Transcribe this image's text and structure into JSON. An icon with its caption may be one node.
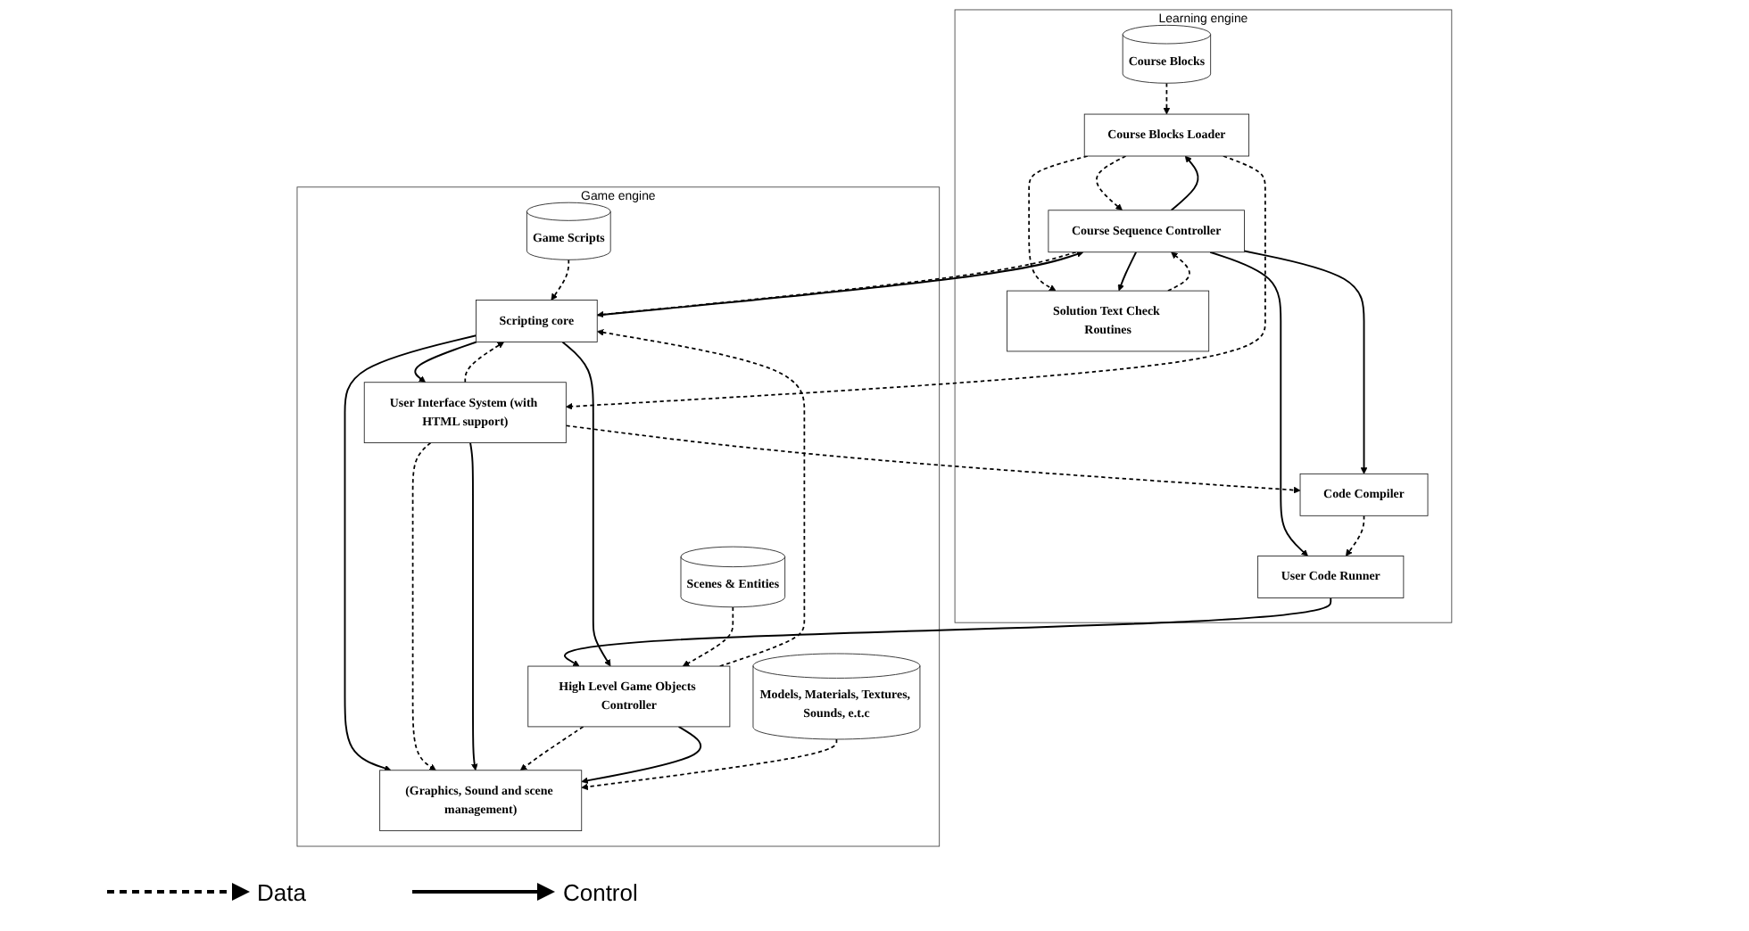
{
  "diagram": {
    "nodes": [
      {
        "text": [
          "Learning engine"
        ]
      },
      {
        "text": [
          "Course Blocks"
        ],
        "in": 0
      },
      {
        "text": [
          "Course Sequence Controller"
        ],
        "in": 0
      },
      {
        "text": [
          "Course Blocks Loader"
        ],
        "in": 0
      },
      {
        "text": [
          "Solution Text Check Routines"
        ],
        "in": 0
      },
      {
        "text": [
          "User Code Runner"
        ],
        "in": 0
      },
      {
        "text": [
          "Code Compiler"
        ],
        "in": 0
      },
      {
        "text": [
          "Game engine"
        ]
      },
      {
        "text": [
          "Scripting core"
        ],
        "in": 7
      },
      {
        "text": [
          "Game Scripts"
        ],
        "in": 7
      },
      {
        "text": [
          "High Level Game Objects Controller"
        ],
        "in": 7
      },
      {
        "text": [
          "Scenes & Entities"
        ],
        "in": 7
      },
      {
        "text": [
          "User Interface System (with HTML support)"
        ],
        "in": 7
      },
      {
        "text": [
          "(Graphics, Sound and scene management)"
        ],
        "in": 7
      },
      {
        "text": [
          "Models, Materials, Textures, Sounds, e.t.c"
        ],
        "in": 7
      }
    ],
    "edges": [
      {
        "from": 2,
        "to": 8,
        "arrow": "to",
        "style": "dashed"
      },
      {
        "from": 9,
        "to": 8,
        "arrow": "to",
        "style": "dashed"
      },
      {
        "from": 8,
        "to": 2,
        "arrow": "to"
      },
      {
        "from": 1,
        "to": 3,
        "arrow": "to",
        "style": "dashed"
      },
      {
        "from": 2,
        "to": 3,
        "arrow": "to"
      },
      {
        "from": 3,
        "to": 2,
        "arrow": "to",
        "style": "dashed"
      },
      {
        "from": 3,
        "to": 4,
        "arrow": "to",
        "style": "dashed"
      },
      {
        "from": 2,
        "to": 4,
        "arrow": "to"
      },
      {
        "from": 4,
        "to": 2,
        "arrow": "to",
        "style": "dashed"
      },
      {
        "from": 2,
        "to": 5,
        "arrow": "to"
      },
      {
        "from": 2,
        "to": 6,
        "arrow": "to"
      },
      {
        "from": 6,
        "to": 5,
        "arrow": "to",
        "style": "dashed"
      },
      {
        "from": 3,
        "to": 12,
        "arrow": "to",
        "style": "dashed"
      },
      {
        "from": 5,
        "to": 10,
        "arrow": "to"
      },
      {
        "from": 12,
        "to": 6,
        "arrow": "to",
        "style": "dashed"
      },
      {
        "from": 12,
        "to": 8,
        "arrow": "to",
        "style": "dashed"
      },
      {
        "from": 8,
        "to": 12,
        "arrow": "to"
      },
      {
        "from": 8,
        "to": 13,
        "arrow": "to"
      },
      {
        "from": 8,
        "to": 10,
        "arrow": "to"
      },
      {
        "from": 10,
        "to": 8,
        "arrow": "to",
        "style": "dashed"
      },
      {
        "from": 11,
        "to": 10,
        "arrow": "to",
        "style": "dashed"
      },
      {
        "from": 12,
        "to": 13,
        "arrow": "to",
        "style": "dashed"
      },
      {
        "from": 12,
        "to": 13,
        "arrow": "to"
      },
      {
        "from": 10,
        "to": 13,
        "arrow": "to",
        "style": "dashed"
      },
      {
        "from": 10,
        "to": 13,
        "arrow": "to"
      },
      {
        "from": 14,
        "to": 13,
        "arrow": "to",
        "style": "dashed"
      }
    ],
    "legend": [
      {
        "text": "Data"
      },
      {
        "text": "Control"
      }
    ]
  }
}
